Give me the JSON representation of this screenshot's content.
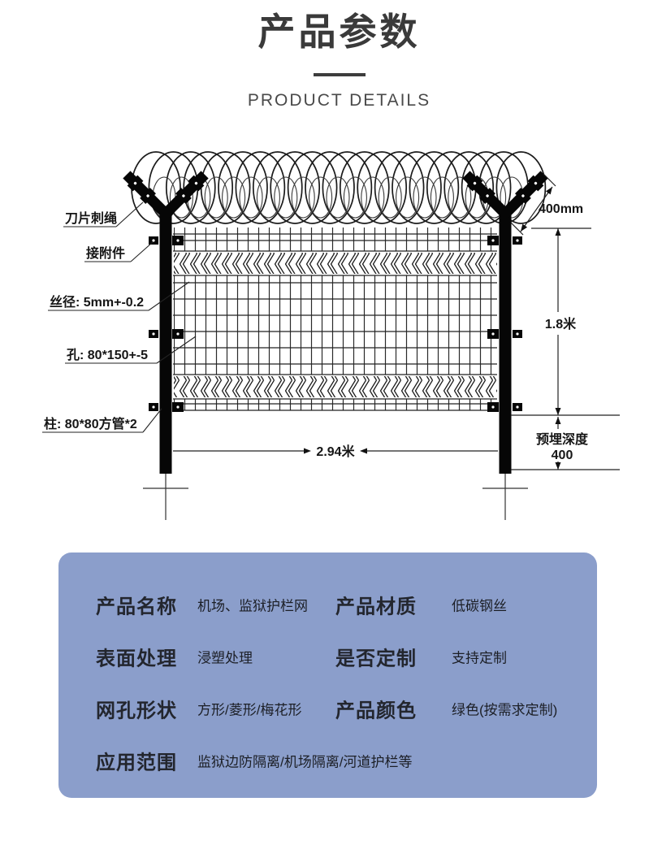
{
  "header": {
    "title": "产品参数",
    "subtitle": "PRODUCT DETAILS"
  },
  "diagram": {
    "labels": {
      "razor_wire": "刀片刺绳",
      "attachment": "接附件",
      "wire_diameter": "丝径: 5mm+-0.2",
      "mesh_hole": "孔: 80*150+-5",
      "post": "柱: 80*80方管*2",
      "arm_length": "400mm",
      "fence_height": "1.8米",
      "fence_width": "2.94米",
      "embed_depth_label": "预埋深度",
      "embed_depth_value": "400"
    }
  },
  "specs": {
    "card_color": "#8b9ecb",
    "rows": [
      {
        "label1": "产品名称",
        "value1": "机场、监狱护栏网",
        "label2": "产品材质",
        "value2": "低碳钢丝"
      },
      {
        "label1": "表面处理",
        "value1": "浸塑处理",
        "label2": "是否定制",
        "value2": "支持定制"
      },
      {
        "label1": "网孔形状",
        "value1": "方形/菱形/梅花形",
        "label2": "产品颜色",
        "value2": "绿色(按需求定制)"
      },
      {
        "label1": "应用范围",
        "value1": "监狱边防隔离/机场隔离/河道护栏等",
        "label2": "",
        "value2": ""
      }
    ]
  }
}
